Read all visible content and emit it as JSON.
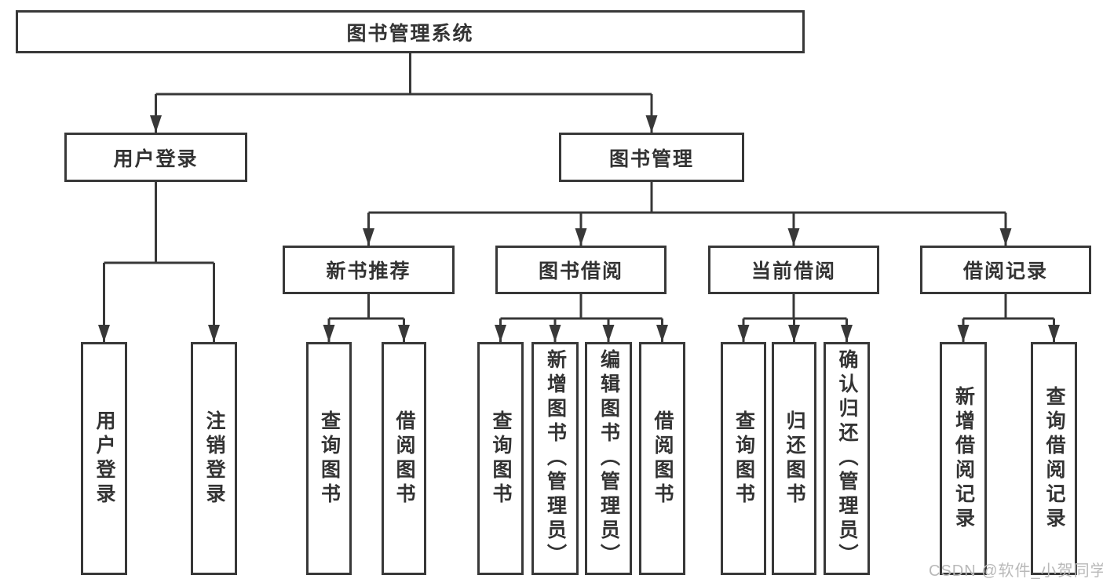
{
  "diagram": {
    "title": "图书管理系统",
    "root": {
      "label": "图书管理系统"
    },
    "level2": [
      {
        "label": "用户登录"
      },
      {
        "label": "图书管理"
      }
    ],
    "level3": [
      {
        "label": "新书推荐",
        "parent": "图书管理"
      },
      {
        "label": "图书借阅",
        "parent": "图书管理"
      },
      {
        "label": "当前借阅",
        "parent": "图书管理"
      },
      {
        "label": "借阅记录",
        "parent": "图书管理"
      }
    ],
    "leaves": [
      {
        "label": "用户登录",
        "parent": "用户登录"
      },
      {
        "label": "注销登录",
        "parent": "用户登录"
      },
      {
        "label": "查询图书",
        "parent": "新书推荐"
      },
      {
        "label": "借阅图书",
        "parent": "新书推荐"
      },
      {
        "label": "查询图书",
        "parent": "图书借阅"
      },
      {
        "label": "新增图书（管理员）",
        "parent": "图书借阅"
      },
      {
        "label": "编辑图书（管理员）",
        "parent": "图书借阅"
      },
      {
        "label": "借阅图书",
        "parent": "图书借阅"
      },
      {
        "label": "查询图书",
        "parent": "当前借阅"
      },
      {
        "label": "归还图书",
        "parent": "当前借阅"
      },
      {
        "label": "确认归还（管理员）",
        "parent": "当前借阅"
      },
      {
        "label": "新增借阅记录",
        "parent": "借阅记录"
      },
      {
        "label": "查询借阅记录",
        "parent": "借阅记录"
      }
    ]
  },
  "watermark": {
    "text": "CSDN @软件_小贺同学"
  },
  "colors": {
    "line": "#383838",
    "text": "#333333",
    "watermark": "#b9b9b9",
    "background": "#ffffff"
  }
}
